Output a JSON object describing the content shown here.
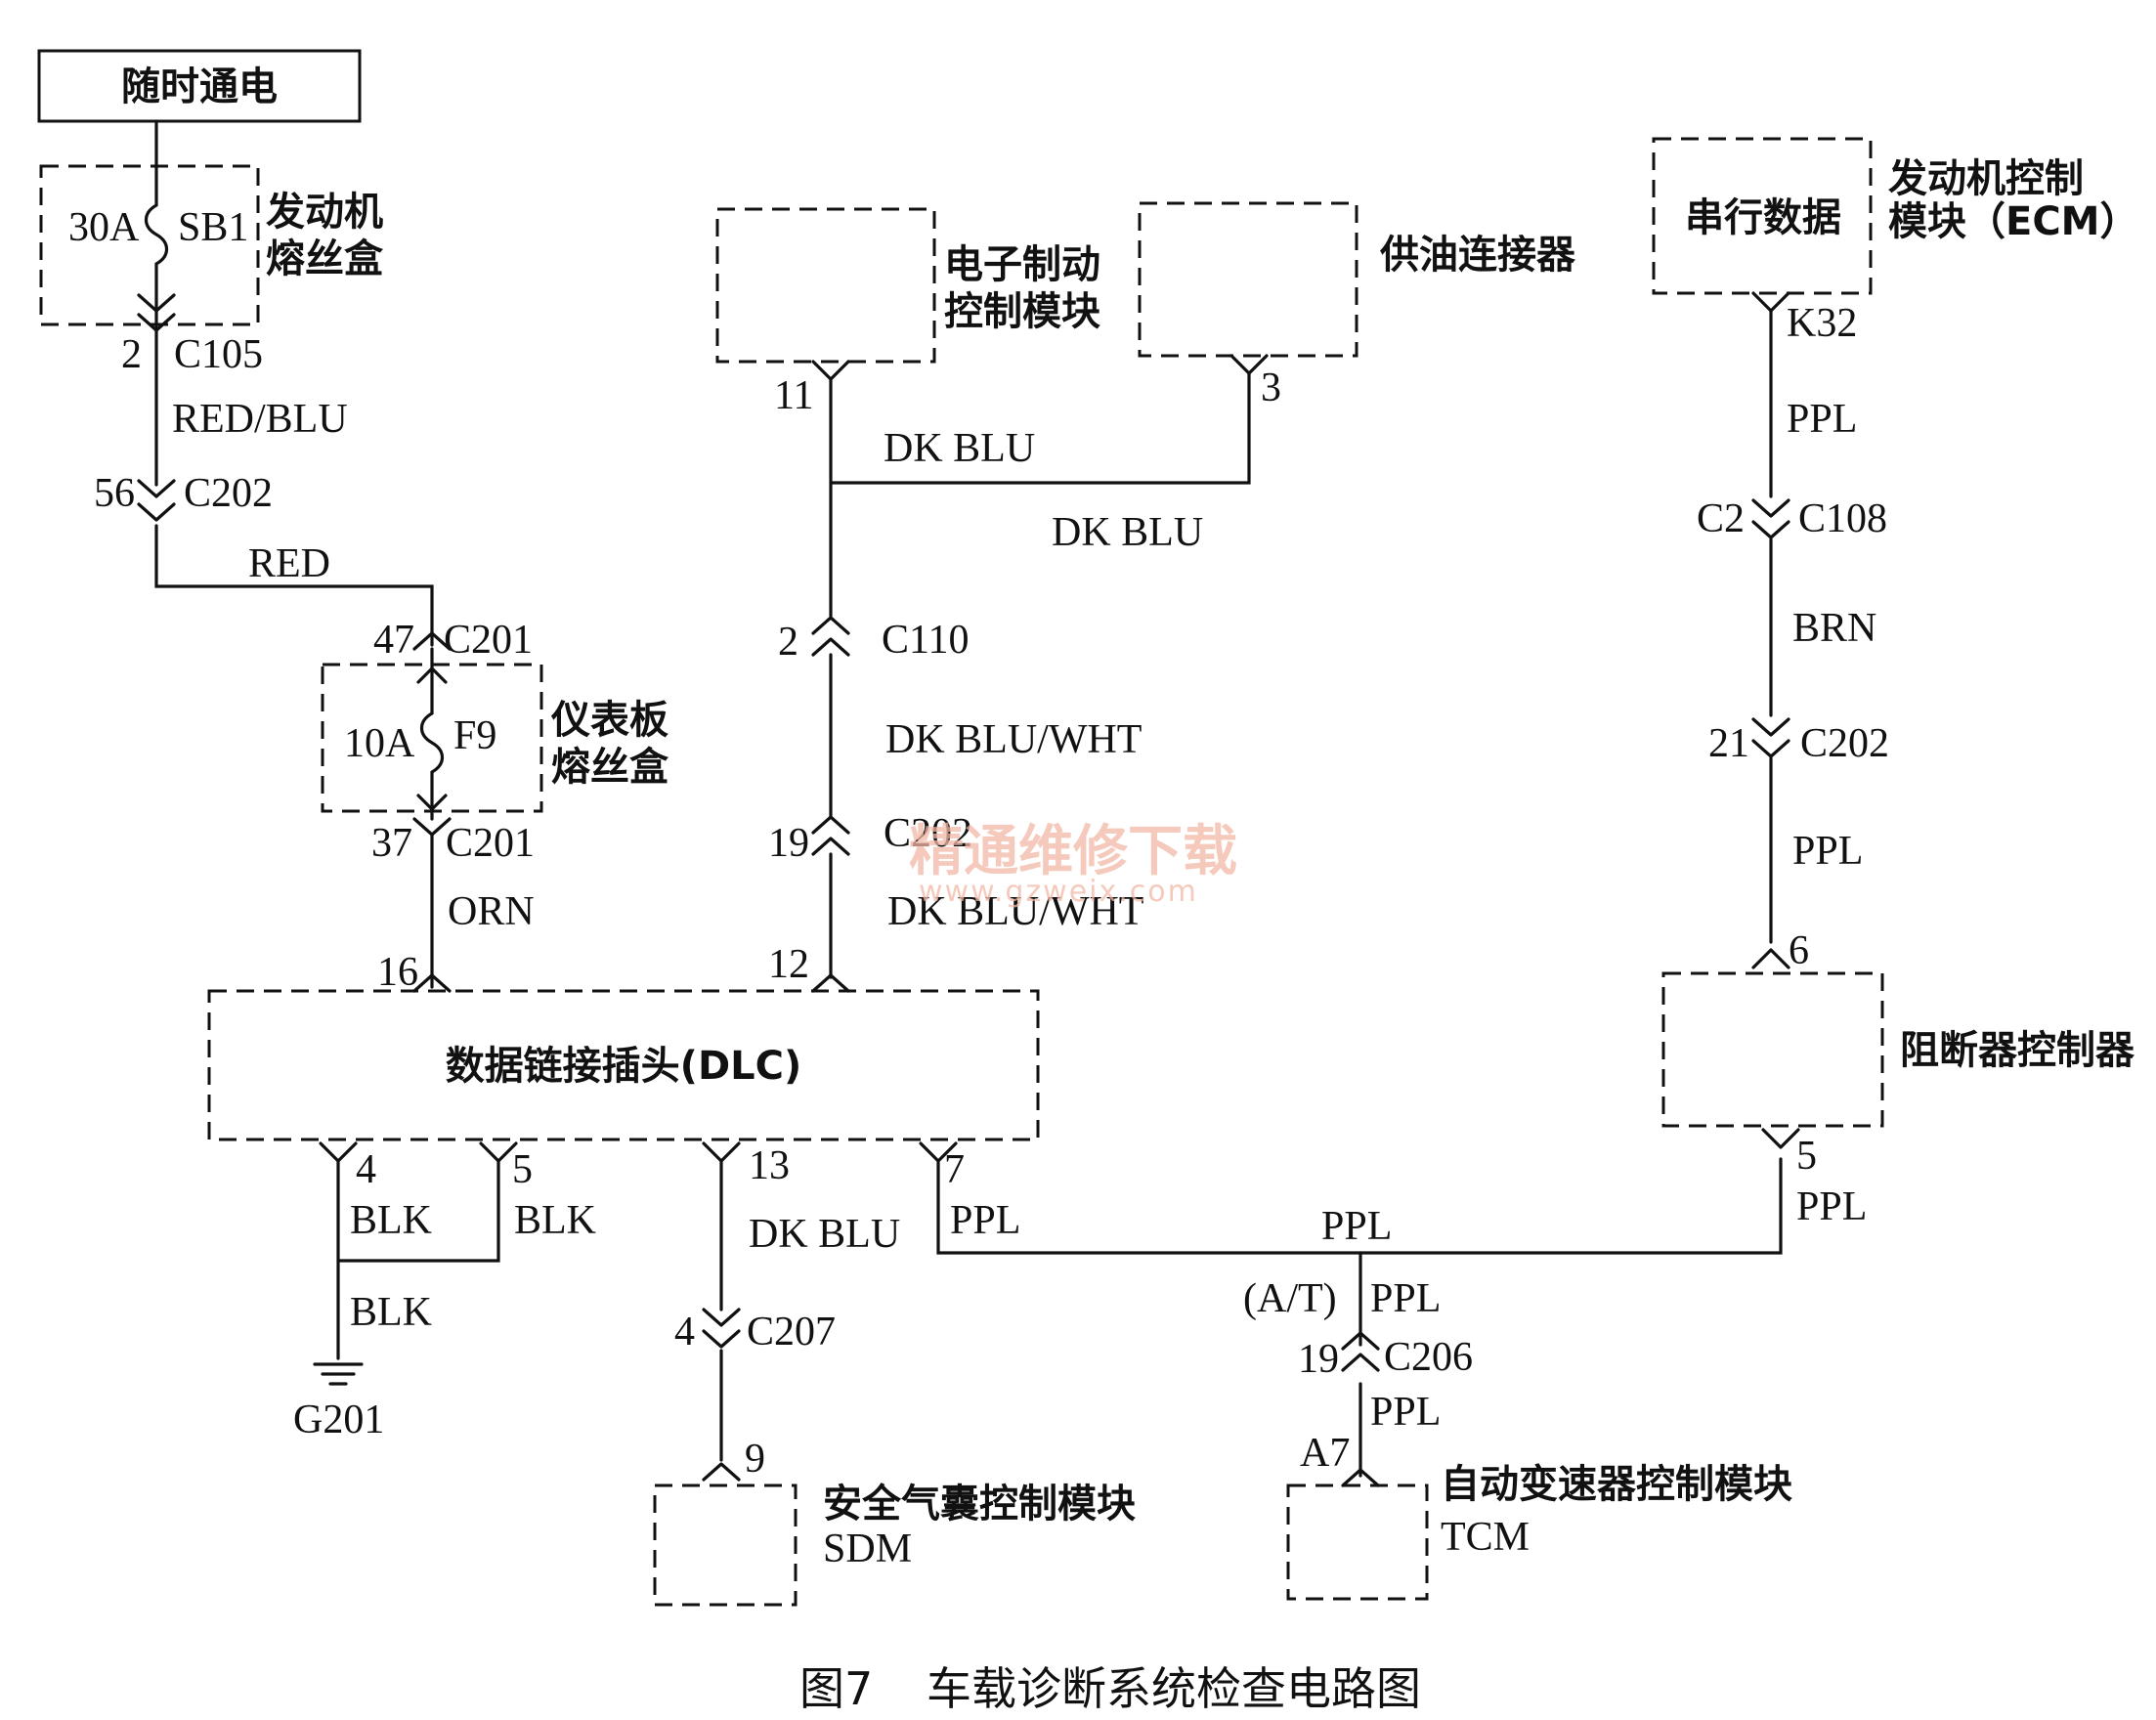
{
  "caption": {
    "figure": "图7",
    "title": "车载诊断系统检查电路图"
  },
  "watermark": {
    "line1": "精通维修下载",
    "line2": "www.gzweix.com"
  },
  "power": {
    "label": "随时通电"
  },
  "engine_fuse_box": {
    "rating": "30A",
    "fuse": "SB1",
    "name_line1": "发动机",
    "name_line2": "熔丝盒"
  },
  "panel_fuse_box": {
    "rating": "10A",
    "fuse": "F9",
    "name_line1": "仪表板",
    "name_line2": "熔丝盒"
  },
  "ebcm": {
    "name_line1": "电子制动",
    "name_line2": "控制模块",
    "pin": "11"
  },
  "fuel_connector": {
    "name": "供油连接器",
    "pin": "3"
  },
  "ecm": {
    "inner": "串行数据",
    "name_line1": "发动机控制",
    "name_line2": "模块（ECM）",
    "pin": "K32"
  },
  "dlc": {
    "name": "数据链接插头(DLC)"
  },
  "immobilizer": {
    "name": "阻断器控制器",
    "pin_in": "6",
    "pin_out": "5"
  },
  "sdm": {
    "name_line1": "安全气囊控制模块",
    "name_line2": "SDM",
    "pin": "9"
  },
  "tcm": {
    "name_line1": "自动变速器控制模块",
    "name_line2": "TCM",
    "pin": "A7"
  },
  "ground": {
    "name": "G201"
  },
  "left_chain": {
    "c105_pin": "2",
    "c105": "C105",
    "wire1": "RED/BLU",
    "c202_pin": "56",
    "c202": "C202",
    "wire2": "RED",
    "c201a_pin": "47",
    "c201a": "C201",
    "c201b_pin": "37",
    "c201b": "C201",
    "wire3": "ORN",
    "dlc_pin": "16"
  },
  "mid_chain": {
    "wire_top1": "DK BLU",
    "wire_top2": "DK BLU",
    "c110_pin": "2",
    "c110": "C110",
    "wire1": "DK BLU/WHT",
    "c202_pin": "19",
    "c202": "C202",
    "wire2": "DK BLU/WHT",
    "dlc_pin": "12"
  },
  "right_chain": {
    "wire1": "PPL",
    "c108_pin": "C2",
    "c108": "C108",
    "wire2": "BRN",
    "c202_pin": "21",
    "c202": "C202",
    "wire3": "PPL",
    "wire4": "PPL"
  },
  "dlc_bottom": {
    "pin4": "4",
    "pin5": "5",
    "blk1": "BLK",
    "blk2": "BLK",
    "blk3": "BLK",
    "pin13": "13",
    "wire13": "DK BLU",
    "c207_pin": "4",
    "c207": "C207",
    "pin7": "7",
    "wire7": "PPL",
    "bus": "PPL"
  },
  "tcm_branch": {
    "at": "(A/T)",
    "wire1": "PPL",
    "c206_pin": "19",
    "c206": "C206",
    "wire2": "PPL"
  }
}
